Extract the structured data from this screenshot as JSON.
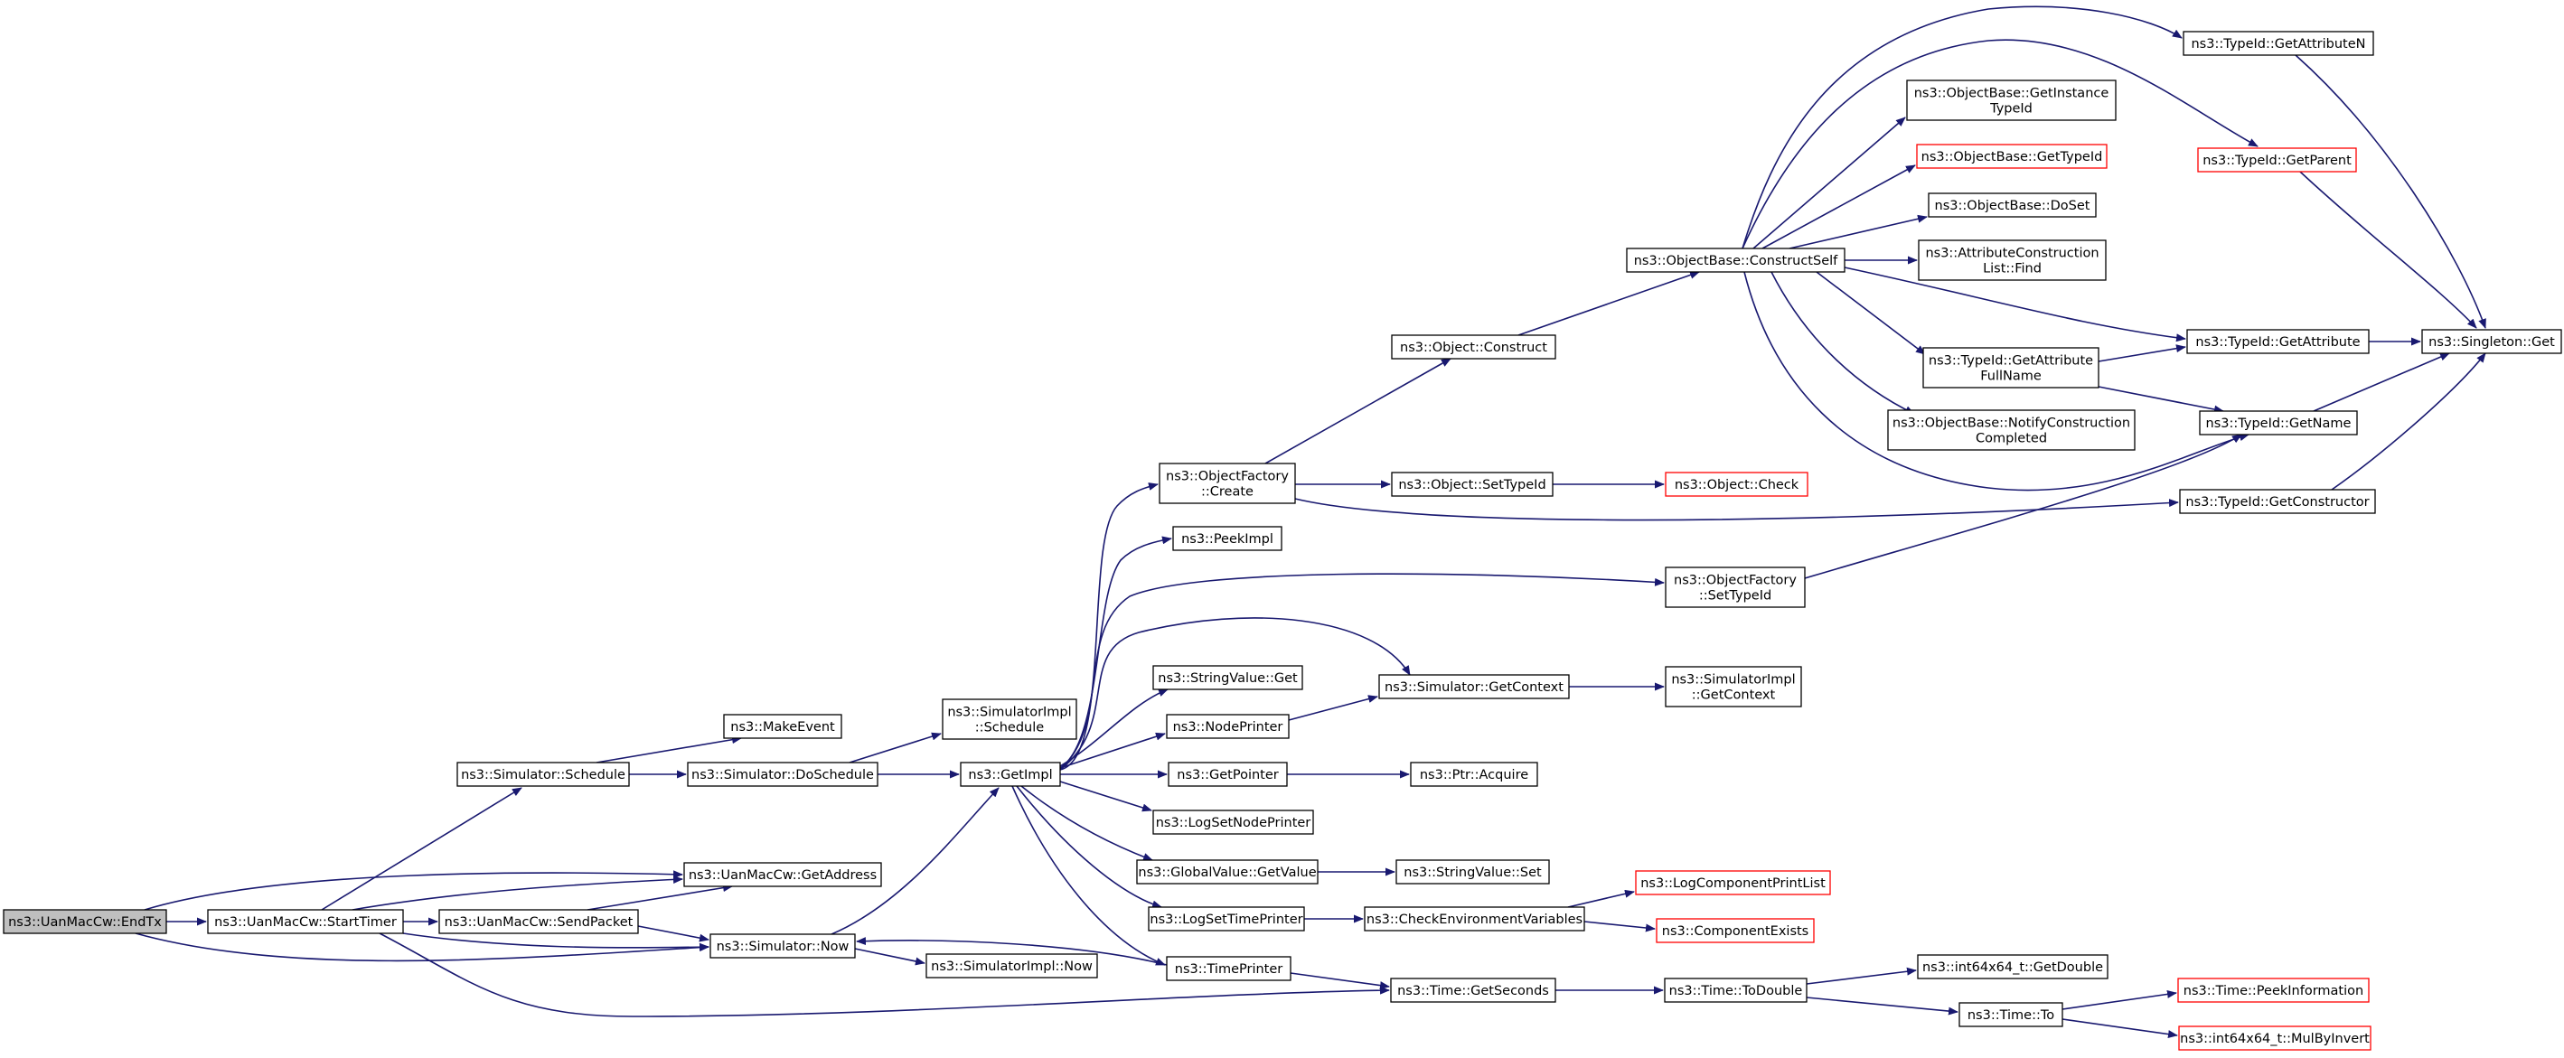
{
  "graph": {
    "colors": {
      "edge": "#191970",
      "node_border": "#000000",
      "node_border_incomplete": "#ff0000",
      "root_fill": "#bfbfbf",
      "node_fill": "#ffffff"
    },
    "nodes": [
      {
        "id": "endtx",
        "lines": [
          "ns3::UanMacCw::EndTx"
        ],
        "style": "root"
      },
      {
        "id": "starttimer",
        "lines": [
          "ns3::UanMacCw::StartTimer"
        ],
        "style": "normal"
      },
      {
        "id": "getaddress",
        "lines": [
          "ns3::UanMacCw::GetAddress"
        ],
        "style": "normal"
      },
      {
        "id": "sendpacket",
        "lines": [
          "ns3::UanMacCw::SendPacket"
        ],
        "style": "normal"
      },
      {
        "id": "simnow",
        "lines": [
          "ns3::Simulator::Now"
        ],
        "style": "normal"
      },
      {
        "id": "simschedule",
        "lines": [
          "ns3::Simulator::Schedule"
        ],
        "style": "normal"
      },
      {
        "id": "makeevent",
        "lines": [
          "ns3::MakeEvent"
        ],
        "style": "normal"
      },
      {
        "id": "doschedule",
        "lines": [
          "ns3::Simulator::DoSchedule"
        ],
        "style": "normal"
      },
      {
        "id": "simimplschedule",
        "lines": [
          "ns3::SimulatorImpl",
          "::Schedule"
        ],
        "style": "normal"
      },
      {
        "id": "simimplnow",
        "lines": [
          "ns3::SimulatorImpl::Now"
        ],
        "style": "normal"
      },
      {
        "id": "getimpl",
        "lines": [
          "ns3::GetImpl"
        ],
        "style": "normal"
      },
      {
        "id": "objfactorycreate",
        "lines": [
          "ns3::ObjectFactory",
          "::Create"
        ],
        "style": "normal"
      },
      {
        "id": "peekimpl",
        "lines": [
          "ns3::PeekImpl"
        ],
        "style": "normal"
      },
      {
        "id": "stringvalueget",
        "lines": [
          "ns3::StringValue::Get"
        ],
        "style": "normal"
      },
      {
        "id": "nodeprinter",
        "lines": [
          "ns3::NodePrinter"
        ],
        "style": "normal"
      },
      {
        "id": "getpointer",
        "lines": [
          "ns3::GetPointer"
        ],
        "style": "normal"
      },
      {
        "id": "logsetnodeprinter",
        "lines": [
          "ns3::LogSetNodePrinter"
        ],
        "style": "normal"
      },
      {
        "id": "globalvaluegetvalue",
        "lines": [
          "ns3::GlobalValue::GetValue"
        ],
        "style": "normal"
      },
      {
        "id": "logsettimeprinter",
        "lines": [
          "ns3::LogSetTimePrinter"
        ],
        "style": "normal"
      },
      {
        "id": "timeprinter",
        "lines": [
          "ns3::TimePrinter"
        ],
        "style": "normal"
      },
      {
        "id": "objectconstruct",
        "lines": [
          "ns3::Object::Construct"
        ],
        "style": "normal"
      },
      {
        "id": "objectsettypeid",
        "lines": [
          "ns3::Object::SetTypeId"
        ],
        "style": "normal"
      },
      {
        "id": "objectcheck",
        "lines": [
          "ns3::Object::Check"
        ],
        "style": "incomplete"
      },
      {
        "id": "objfactorysettypeid",
        "lines": [
          "ns3::ObjectFactory",
          "::SetTypeId"
        ],
        "style": "normal"
      },
      {
        "id": "simgetcontext",
        "lines": [
          "ns3::Simulator::GetContext"
        ],
        "style": "normal"
      },
      {
        "id": "simimplgetcontext",
        "lines": [
          "ns3::SimulatorImpl",
          "::GetContext"
        ],
        "style": "normal"
      },
      {
        "id": "ptracquire",
        "lines": [
          "ns3::Ptr::Acquire"
        ],
        "style": "normal"
      },
      {
        "id": "stringvalueset",
        "lines": [
          "ns3::StringValue::Set"
        ],
        "style": "normal"
      },
      {
        "id": "checkenv",
        "lines": [
          "ns3::CheckEnvironmentVariables"
        ],
        "style": "normal"
      },
      {
        "id": "logcompprintlist",
        "lines": [
          "ns3::LogComponentPrintList"
        ],
        "style": "incomplete"
      },
      {
        "id": "compexists",
        "lines": [
          "ns3::ComponentExists"
        ],
        "style": "incomplete"
      },
      {
        "id": "timegetseconds",
        "lines": [
          "ns3::Time::GetSeconds"
        ],
        "style": "normal"
      },
      {
        "id": "timetodouble",
        "lines": [
          "ns3::Time::ToDouble"
        ],
        "style": "normal"
      },
      {
        "id": "int64getdouble",
        "lines": [
          "ns3::int64x64_t::GetDouble"
        ],
        "style": "normal"
      },
      {
        "id": "timeto",
        "lines": [
          "ns3::Time::To"
        ],
        "style": "normal"
      },
      {
        "id": "timepeekinfo",
        "lines": [
          "ns3::Time::PeekInformation"
        ],
        "style": "incomplete"
      },
      {
        "id": "int64mulbyinvert",
        "lines": [
          "ns3::int64x64_t::MulByInvert"
        ],
        "style": "incomplete"
      },
      {
        "id": "constructself",
        "lines": [
          "ns3::ObjectBase::ConstructSelf"
        ],
        "style": "normal"
      },
      {
        "id": "getinstancetypeid",
        "lines": [
          "ns3::ObjectBase::GetInstance",
          "TypeId"
        ],
        "style": "normal"
      },
      {
        "id": "objbasegettypeid",
        "lines": [
          "ns3::ObjectBase::GetTypeId"
        ],
        "style": "incomplete"
      },
      {
        "id": "objbasedoset",
        "lines": [
          "ns3::ObjectBase::DoSet"
        ],
        "style": "normal"
      },
      {
        "id": "attrconstrfind",
        "lines": [
          "ns3::AttributeConstruction",
          "List::Find"
        ],
        "style": "normal"
      },
      {
        "id": "getattrfullname",
        "lines": [
          "ns3::TypeId::GetAttribute",
          "FullName"
        ],
        "style": "normal"
      },
      {
        "id": "notifyconstr",
        "lines": [
          "ns3::ObjectBase::NotifyConstruction",
          "Completed"
        ],
        "style": "normal"
      },
      {
        "id": "typeidgetattrn",
        "lines": [
          "ns3::TypeId::GetAttributeN"
        ],
        "style": "normal"
      },
      {
        "id": "typeidgetparent",
        "lines": [
          "ns3::TypeId::GetParent"
        ],
        "style": "incomplete"
      },
      {
        "id": "typeidgetattr",
        "lines": [
          "ns3::TypeId::GetAttribute"
        ],
        "style": "normal"
      },
      {
        "id": "typeidgetname",
        "lines": [
          "ns3::TypeId::GetName"
        ],
        "style": "normal"
      },
      {
        "id": "typeidgetconstructor",
        "lines": [
          "ns3::TypeId::GetConstructor"
        ],
        "style": "normal"
      },
      {
        "id": "singletonget",
        "lines": [
          "ns3::Singleton::Get"
        ],
        "style": "normal"
      }
    ],
    "edges": [
      [
        "endtx",
        "starttimer"
      ],
      [
        "endtx",
        "getaddress"
      ],
      [
        "endtx",
        "simnow"
      ],
      [
        "starttimer",
        "simschedule"
      ],
      [
        "starttimer",
        "getaddress"
      ],
      [
        "starttimer",
        "sendpacket"
      ],
      [
        "starttimer",
        "simnow"
      ],
      [
        "starttimer",
        "timegetseconds"
      ],
      [
        "sendpacket",
        "getaddress"
      ],
      [
        "sendpacket",
        "simnow"
      ],
      [
        "simschedule",
        "makeevent"
      ],
      [
        "simschedule",
        "doschedule"
      ],
      [
        "doschedule",
        "simimplschedule"
      ],
      [
        "doschedule",
        "getimpl"
      ],
      [
        "simnow",
        "getimpl"
      ],
      [
        "simnow",
        "simimplnow"
      ],
      [
        "getimpl",
        "objfactorycreate"
      ],
      [
        "getimpl",
        "peekimpl"
      ],
      [
        "getimpl",
        "objfactorysettypeid"
      ],
      [
        "getimpl",
        "simgetcontext"
      ],
      [
        "getimpl",
        "stringvalueget"
      ],
      [
        "getimpl",
        "nodeprinter"
      ],
      [
        "getimpl",
        "getpointer"
      ],
      [
        "getimpl",
        "logsetnodeprinter"
      ],
      [
        "getimpl",
        "globalvaluegetvalue"
      ],
      [
        "getimpl",
        "logsettimeprinter"
      ],
      [
        "getimpl",
        "timeprinter"
      ],
      [
        "timeprinter",
        "simnow"
      ],
      [
        "timeprinter",
        "timegetseconds"
      ],
      [
        "objfactorycreate",
        "objectconstruct"
      ],
      [
        "objfactorycreate",
        "objectsettypeid"
      ],
      [
        "objfactorycreate",
        "typeidgetconstructor"
      ],
      [
        "objectsettypeid",
        "objectcheck"
      ],
      [
        "objectconstruct",
        "constructself"
      ],
      [
        "objfactorysettypeid",
        "typeidgetname"
      ],
      [
        "nodeprinter",
        "simgetcontext"
      ],
      [
        "simgetcontext",
        "simimplgetcontext"
      ],
      [
        "getpointer",
        "ptracquire"
      ],
      [
        "globalvaluegetvalue",
        "stringvalueset"
      ],
      [
        "logsettimeprinter",
        "checkenv"
      ],
      [
        "checkenv",
        "logcompprintlist"
      ],
      [
        "checkenv",
        "compexists"
      ],
      [
        "timegetseconds",
        "timetodouble"
      ],
      [
        "timetodouble",
        "int64getdouble"
      ],
      [
        "timetodouble",
        "timeto"
      ],
      [
        "timeto",
        "timepeekinfo"
      ],
      [
        "timeto",
        "int64mulbyinvert"
      ],
      [
        "constructself",
        "typeidgetattrn"
      ],
      [
        "constructself",
        "typeidgetparent"
      ],
      [
        "constructself",
        "getinstancetypeid"
      ],
      [
        "constructself",
        "objbasegettypeid"
      ],
      [
        "constructself",
        "objbasedoset"
      ],
      [
        "constructself",
        "attrconstrfind"
      ],
      [
        "constructself",
        "typeidgetattr"
      ],
      [
        "constructself",
        "getattrfullname"
      ],
      [
        "constructself",
        "notifyconstr"
      ],
      [
        "constructself",
        "typeidgetname"
      ],
      [
        "getattrfullname",
        "typeidgetattr"
      ],
      [
        "getattrfullname",
        "typeidgetname"
      ],
      [
        "typeidgetattrn",
        "singletonget"
      ],
      [
        "typeidgetparent",
        "singletonget"
      ],
      [
        "typeidgetattr",
        "singletonget"
      ],
      [
        "typeidgetname",
        "singletonget"
      ],
      [
        "typeidgetconstructor",
        "singletonget"
      ]
    ]
  }
}
